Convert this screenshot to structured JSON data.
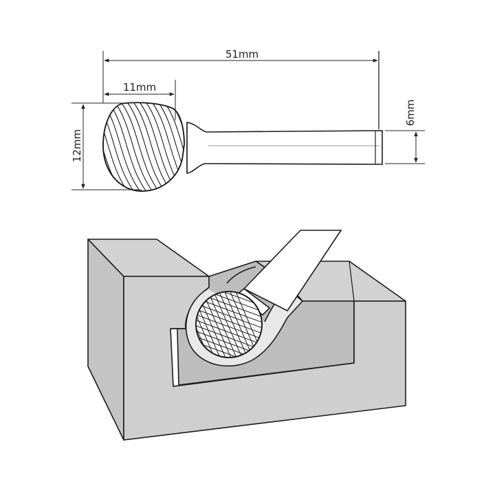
{
  "dimensions": {
    "overall_length": "51mm",
    "head_length": "11mm",
    "head_diameter": "12mm",
    "shank_diameter": "6mm"
  },
  "colors": {
    "line": "#1a1a1a",
    "block_fill": "#cfcfcf",
    "block_side": "#c4c4c4",
    "ball_fill": "#ffffff",
    "dimension_line": "#222222"
  },
  "icons": {
    "burr_tool": "ball-burr-drawing",
    "workpiece": "notched-block-drawing"
  }
}
